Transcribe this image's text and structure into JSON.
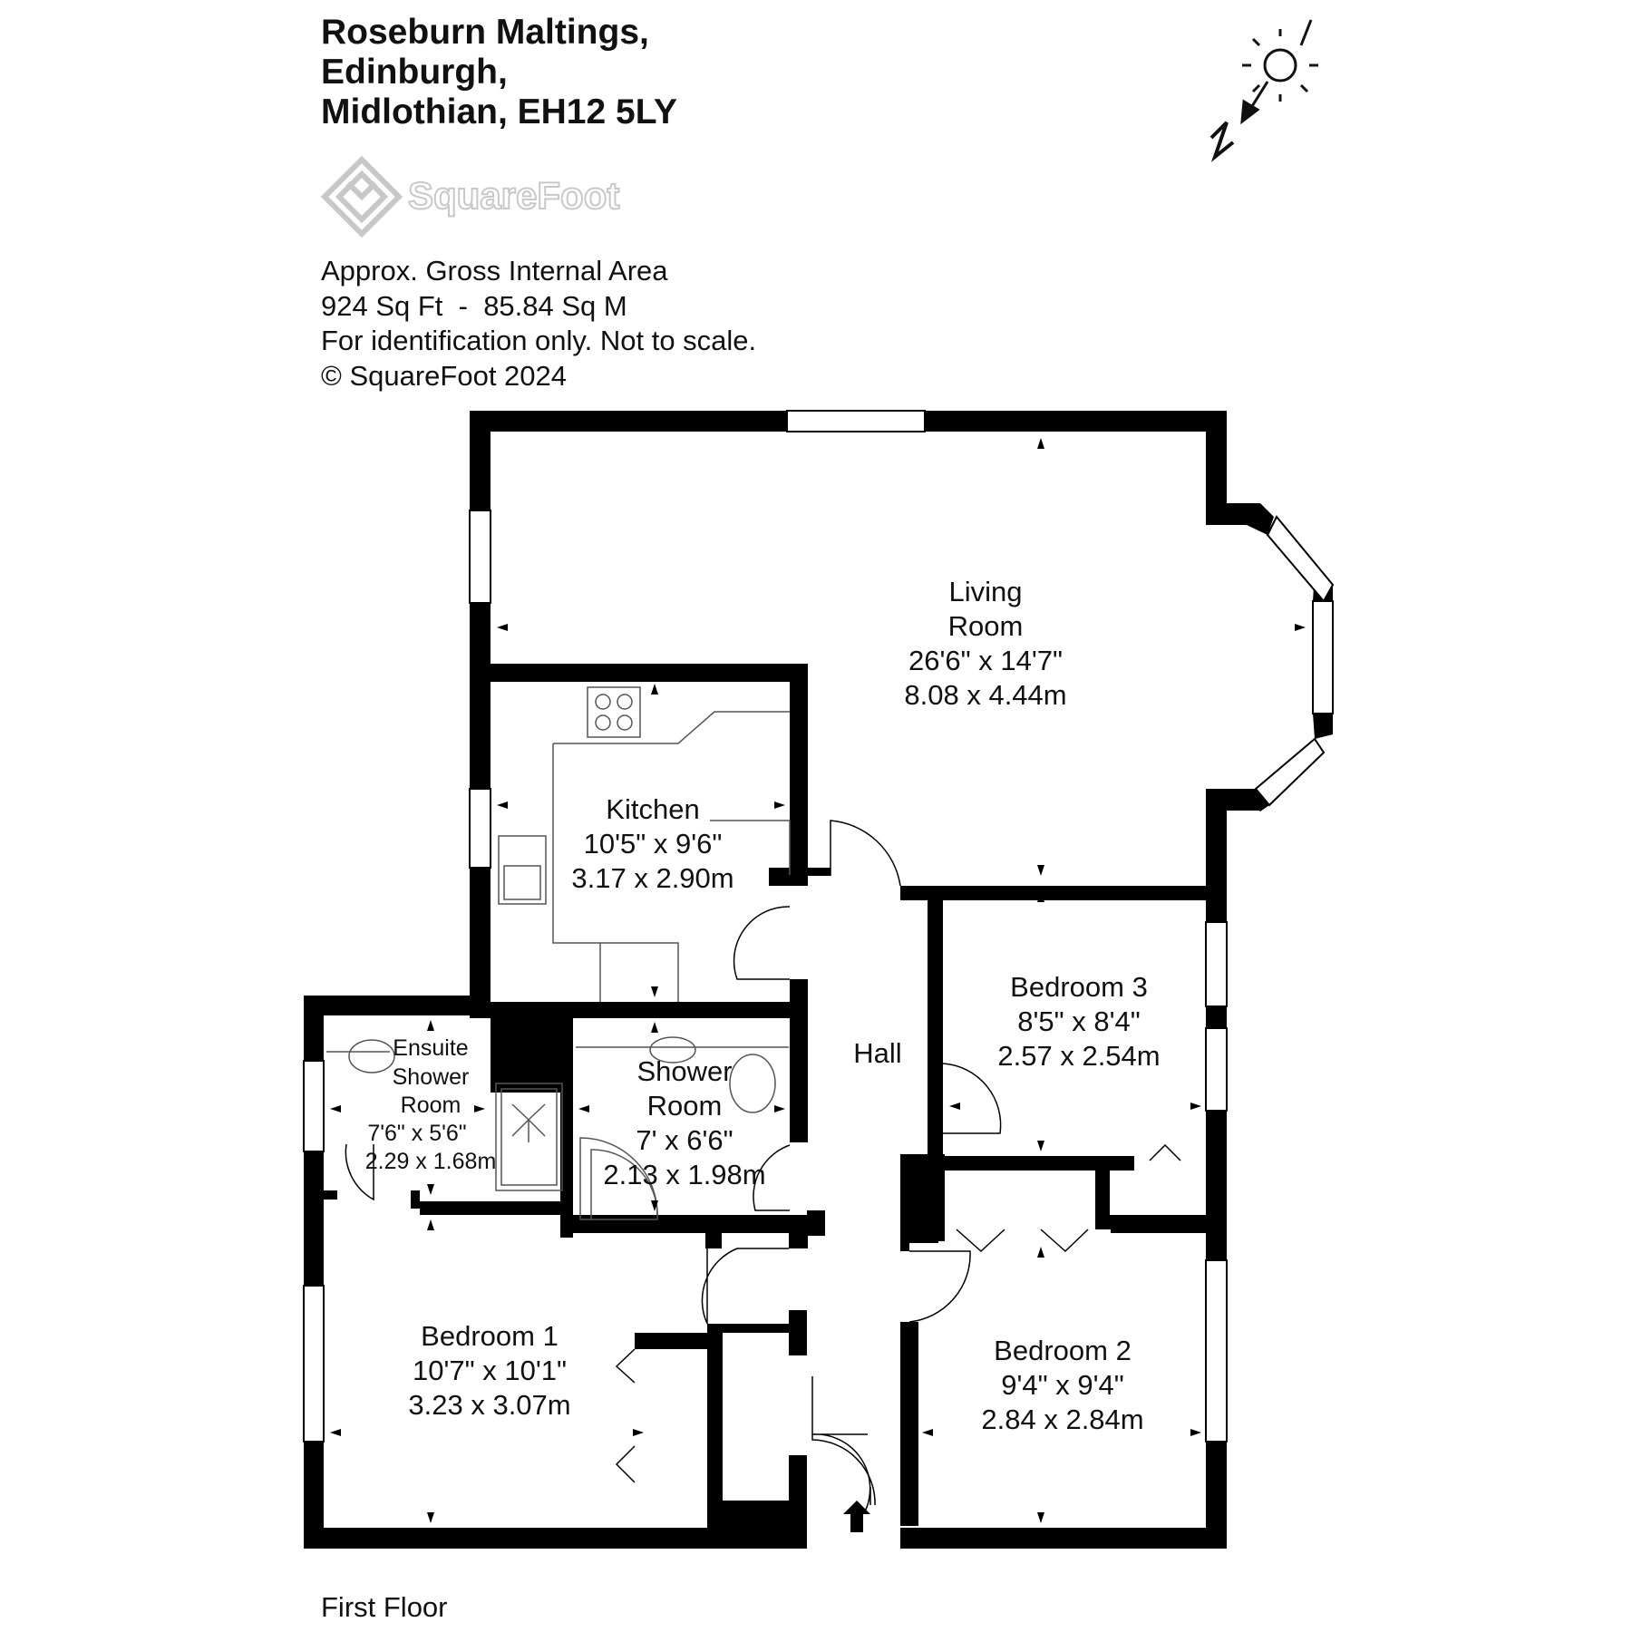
{
  "address": {
    "line1": "Roseburn Maltings,",
    "line2": "Edinburgh,",
    "line3": "Midlothian, EH12 5LY"
  },
  "logo": {
    "text": "SquareFoot",
    "icon": "squarefoot-logo-icon"
  },
  "info": {
    "area_title": "Approx. Gross Internal Area",
    "area_value": "924 Sq Ft  -  85.84 Sq M",
    "disclaimer": "For identification only. Not to scale.",
    "copyright": "© SquareFoot 2024"
  },
  "compass": {
    "label": "N",
    "icon": "north-sun-icon"
  },
  "rooms": {
    "living": {
      "name1": "Living",
      "name2": "Room",
      "imperial": "26'6\" x 14'7\"",
      "metric": "8.08 x 4.44m"
    },
    "kitchen": {
      "name": "Kitchen",
      "imperial": "10'5\" x 9'6\"",
      "metric": "3.17 x 2.90m"
    },
    "bedroom3": {
      "name": "Bedroom 3",
      "imperial": "8'5\" x 8'4\"",
      "metric": "2.57 x 2.54m"
    },
    "hall": {
      "name": "Hall"
    },
    "ensuite": {
      "name1": "Ensuite",
      "name2": "Shower",
      "name3": "Room",
      "imperial": "7'6\" x 5'6\"",
      "metric": "2.29 x 1.68m"
    },
    "shower": {
      "name1": "Shower",
      "name2": "Room",
      "imperial": "7' x 6'6\"",
      "metric": "2.13 x 1.98m"
    },
    "bedroom1": {
      "name": "Bedroom 1",
      "imperial": "10'7\" x 10'1\"",
      "metric": "3.23 x 3.07m"
    },
    "bedroom2": {
      "name": "Bedroom 2",
      "imperial": "9'4\" x 9'4\"",
      "metric": "2.84 x 2.84m"
    }
  },
  "floor_label": "First Floor",
  "colors": {
    "wall": "#000000",
    "window": "#ffffff",
    "fixture": "#555555",
    "logo": "#c8c8c8"
  }
}
